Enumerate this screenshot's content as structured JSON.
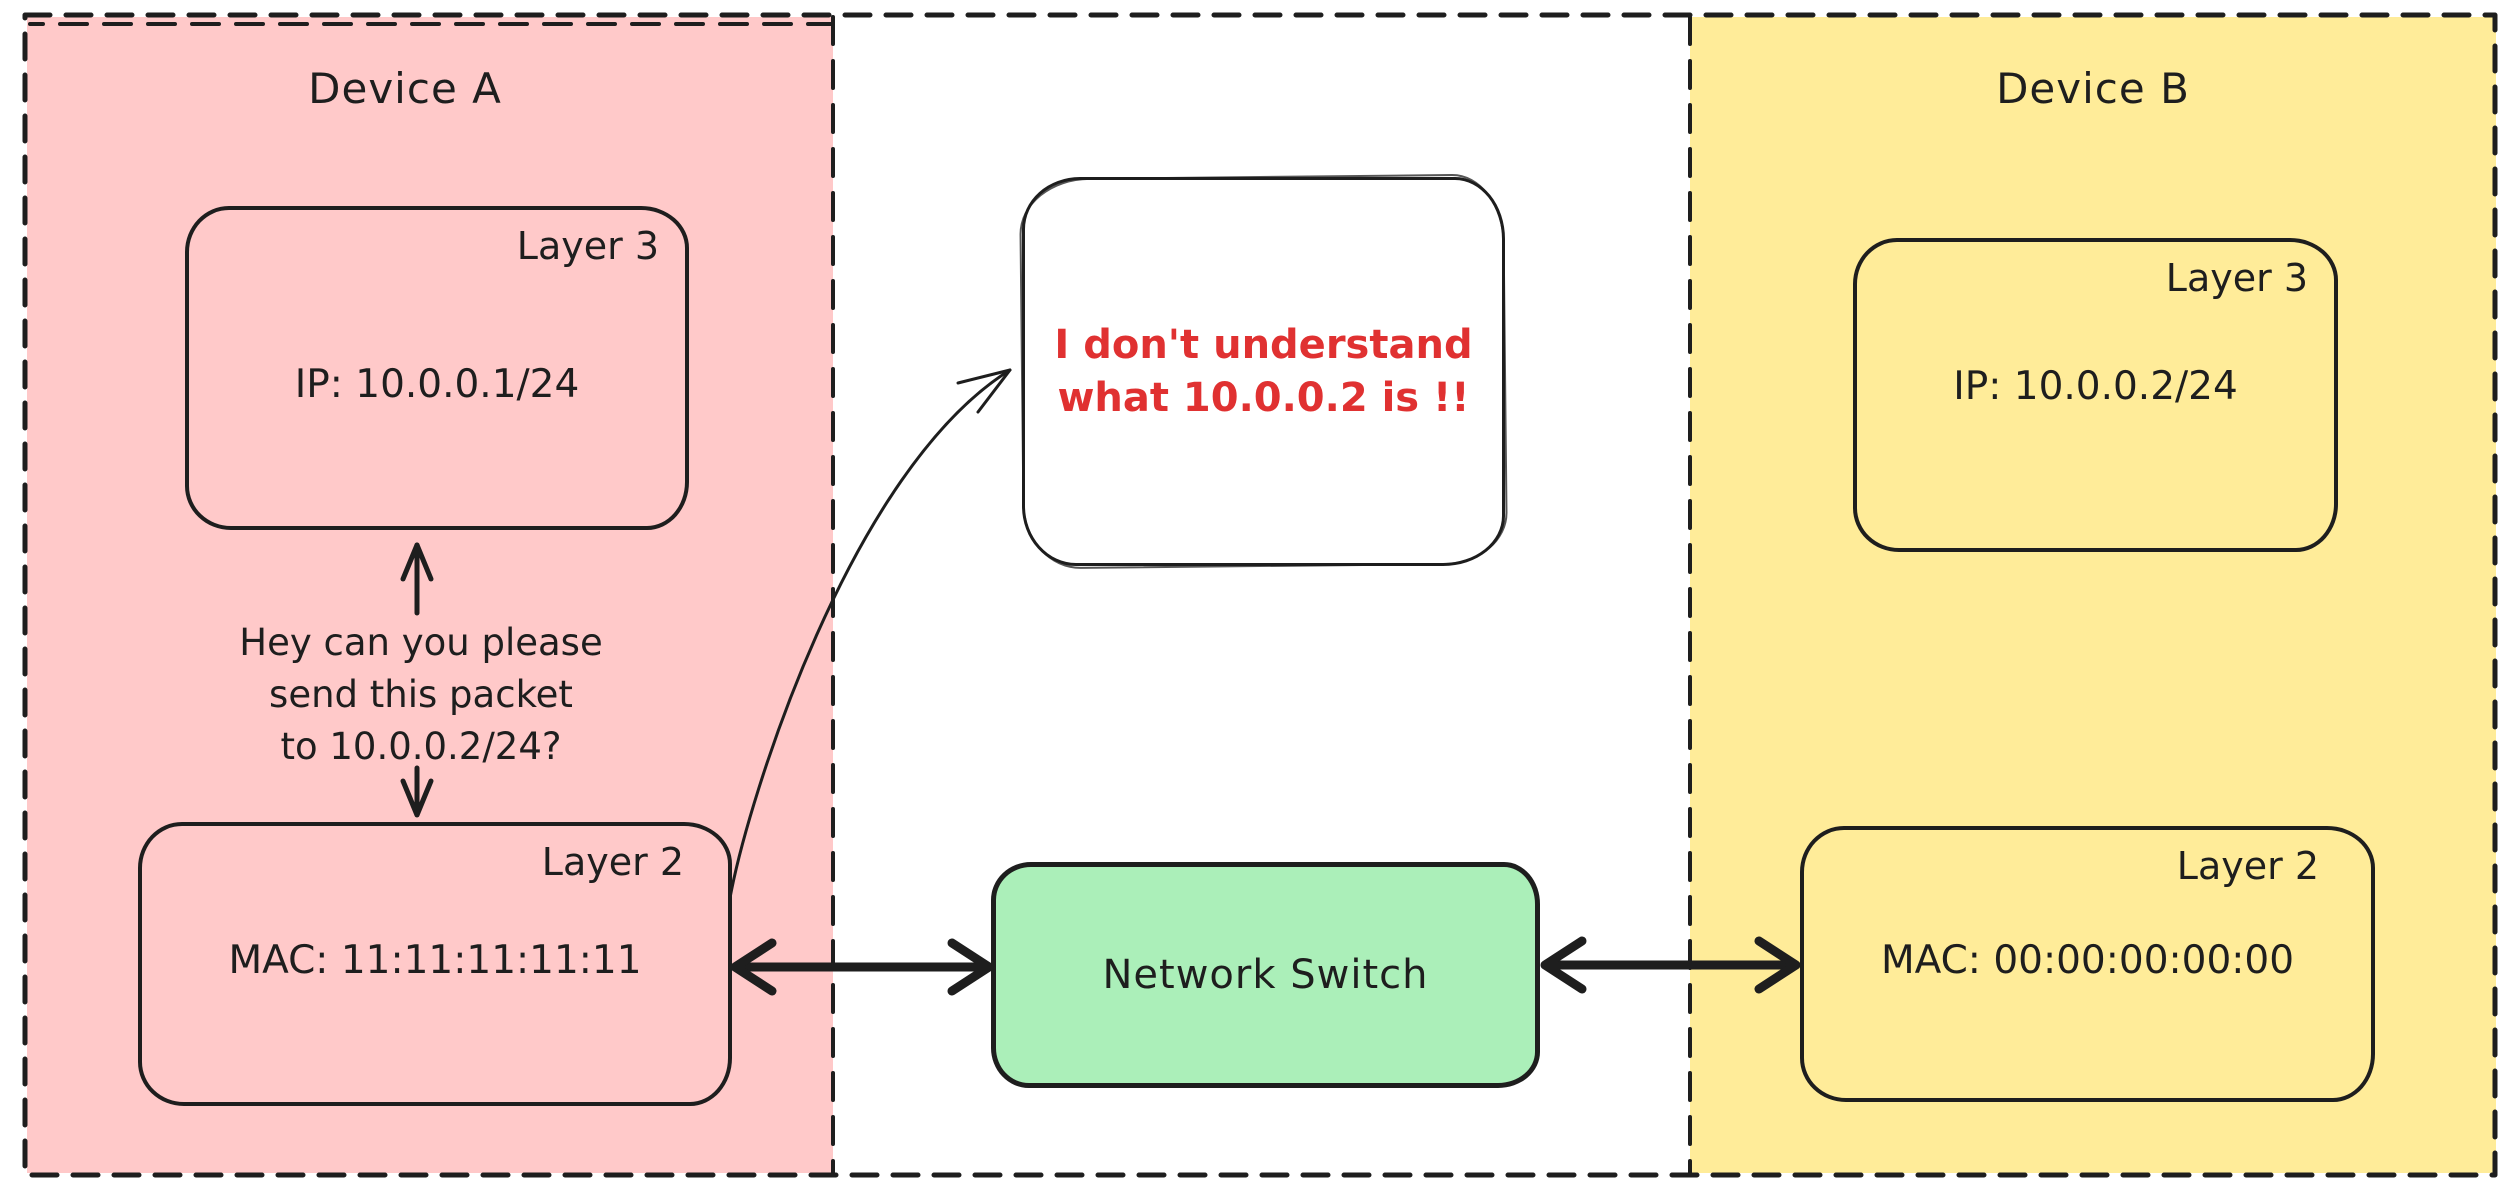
{
  "colors": {
    "stroke": "#1e1e1e",
    "device_a_bg": "#ffc9c9",
    "device_b_bg": "#ffec99",
    "switch_bg": "#abefb9",
    "alert_text": "#e03131",
    "canvas_bg": "#ffffff"
  },
  "device_a": {
    "title": "Device A",
    "layer3_label": "Layer 3",
    "layer3_value": "IP: 10.0.0.1/24",
    "layer2_label": "Layer 2",
    "layer2_value": "MAC: 11:11:11:11:11",
    "note_line1": "Hey can you please",
    "note_line2": "send this packet",
    "note_line3": "to 10.0.0.2/24?"
  },
  "network_switch": {
    "label": "Network Switch"
  },
  "speech_bubble": {
    "line1": "I don't understand",
    "line2": "what 10.0.0.2 is !!"
  },
  "device_b": {
    "title": "Device B",
    "layer3_label": "Layer 3",
    "layer3_value": "IP: 10.0.0.2/24",
    "layer2_label": "Layer 2",
    "layer2_value": "MAC: 00:00:00:00:00"
  }
}
